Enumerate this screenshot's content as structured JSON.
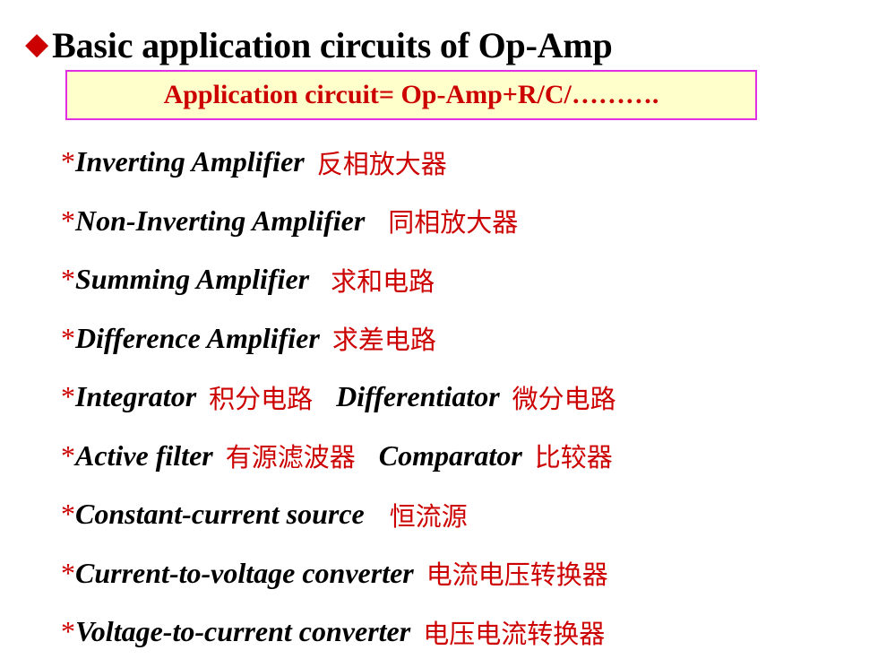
{
  "title": {
    "bullet_icon": "diamond-bullet-icon",
    "text": "Basic application circuits of  Op-Amp"
  },
  "formula": "Application circuit= Op-Amp+R/C/……….",
  "colors": {
    "accent_red": "#cc0000",
    "box_border": "#e22ee2",
    "box_fill": "#ffffcc"
  },
  "items": [
    {
      "star": "*",
      "en": "Inverting Amplifier",
      "zh": "反相放大器"
    },
    {
      "star": "*",
      "en": "Non-Inverting Amplifier",
      "zh": "同相放大器"
    },
    {
      "star": "*",
      "en": "Summing  Amplifier",
      "zh": "求和电路"
    },
    {
      "star": "*",
      "en": "Difference Amplifier",
      "zh": "求差电路"
    },
    {
      "star": "*",
      "en": "Integrator",
      "zh": "积分电路",
      "en2": "Differentiator",
      "zh2": "微分电路"
    },
    {
      "star": "*",
      "en": "Active filter",
      "zh": "有源滤波器",
      "en2": "Comparator",
      "zh2": "比较器"
    },
    {
      "star": "*",
      "en": "Constant-current source",
      "zh": "恒流源"
    },
    {
      "star": "*",
      "en": "Current-to-voltage converter",
      "zh": "电流电压转换器"
    },
    {
      "star": "*",
      "en": "Voltage-to-current converter",
      "zh": "电压电流转换器"
    }
  ]
}
